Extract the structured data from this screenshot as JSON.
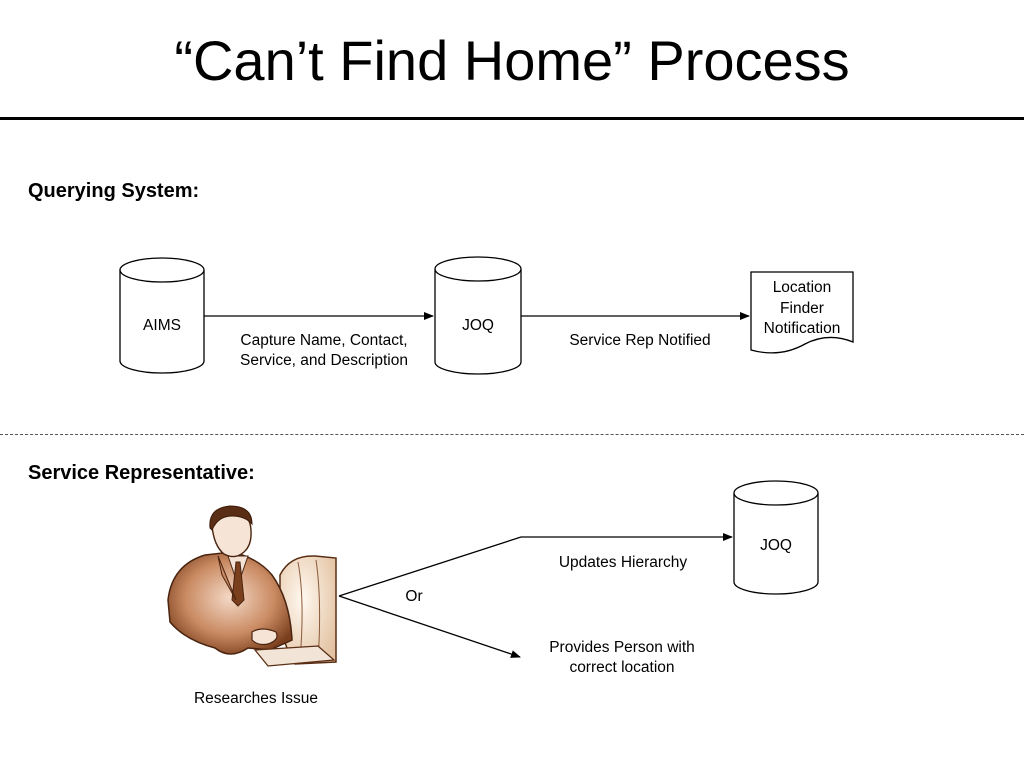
{
  "title": "“Can’t Find Home” Process",
  "sections": {
    "querying": "Querying System:",
    "service_rep": "Service Representative:"
  },
  "querying": {
    "aims": "AIMS",
    "joq": "JOQ",
    "notification": [
      "Location",
      "Finder",
      "Notification"
    ],
    "capture_label": [
      "Capture Name, Contact,",
      "Service, and Description"
    ],
    "notified_label": "Service Rep Notified"
  },
  "service": {
    "joq": "JOQ",
    "researches": "Researches Issue",
    "or": "Or",
    "updates": "Updates Hierarchy",
    "provides": [
      "Provides Person with",
      "correct location"
    ]
  }
}
